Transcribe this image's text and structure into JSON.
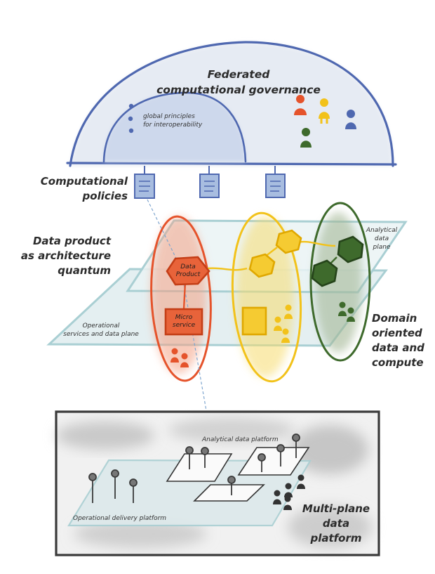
{
  "diagram": {
    "governance": {
      "title_line1": "Federated",
      "title_line2": "computational governance",
      "principles_line1": "global principles",
      "principles_line2": "for interoperability"
    },
    "policies": {
      "line1": "Computational",
      "line2": "policies"
    },
    "data_product_label": {
      "line1": "Data product",
      "line2": "as architecture",
      "line3": "quantum"
    },
    "analytical_plane": {
      "line1": "Analytical",
      "line2": "data",
      "line3": "plane"
    },
    "operational_plane": {
      "line1": "Operational",
      "line2": "services and data plane"
    },
    "data_product_box": {
      "line1": "Data",
      "line2": "Product"
    },
    "microservice_box": {
      "line1": "Micro",
      "line2": "service"
    },
    "domain_label": {
      "line1": "Domain",
      "line2": "oriented",
      "line3": "data and",
      "line4": "compute"
    },
    "platform": {
      "analytical": "Analytical data platform",
      "operational": "Operational delivery platform",
      "title_line1": "Multi-plane",
      "title_line2": "data",
      "title_line3": "platform"
    },
    "colors": {
      "governance_stroke": "#4f68b0",
      "red_domain": "#e5532b",
      "yellow_domain": "#f2c21a",
      "green_domain": "#3e6a2c",
      "plane": "#a9cfd3"
    }
  }
}
